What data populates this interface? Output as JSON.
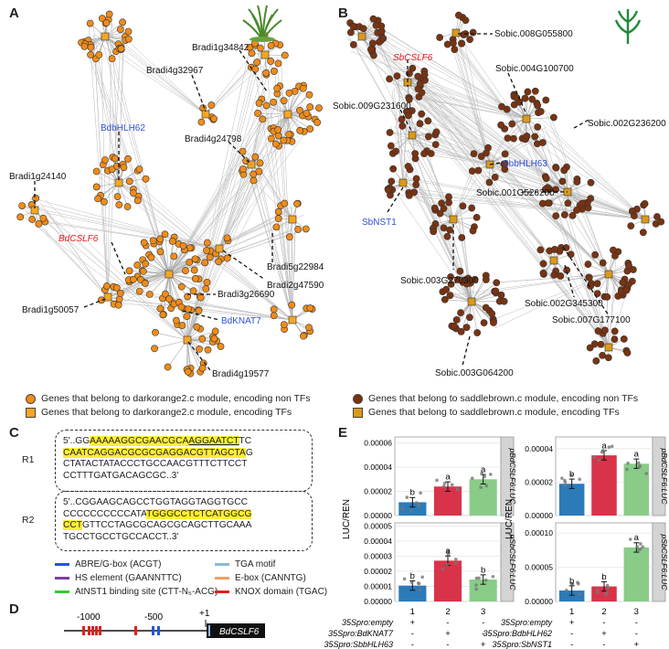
{
  "panels": {
    "A": "A",
    "B": "B",
    "C": "C",
    "D": "D",
    "E": "E"
  },
  "panelA": {
    "labels": [
      {
        "text": "Bradi1g34842",
        "color": "#111",
        "italic": false
      },
      {
        "text": "Bradi4g32967",
        "color": "#111",
        "italic": false
      },
      {
        "text": "BdbHLH62",
        "color": "#2d4fd8",
        "italic": false
      },
      {
        "text": "Bradi4g24798",
        "color": "#111",
        "italic": false
      },
      {
        "text": "Bradi1g24140",
        "color": "#111",
        "italic": false
      },
      {
        "text": "BdCSLF6",
        "color": "#e02020",
        "italic": true
      },
      {
        "text": "Bradi5g22984",
        "color": "#111",
        "italic": false
      },
      {
        "text": "Bradi2g47590",
        "color": "#111",
        "italic": false
      },
      {
        "text": "Bradi3g26690",
        "color": "#111",
        "italic": false
      },
      {
        "text": "Bradi1g50057",
        "color": "#111",
        "italic": false
      },
      {
        "text": "BdKNAT7",
        "color": "#2d4fd8",
        "italic": false
      },
      {
        "text": "Bradi4g19577",
        "color": "#111",
        "italic": false
      }
    ],
    "legend": [
      "Genes that belong to darkorange2.c module, encoding non TFs",
      "Genes that belong to darkorange2.c module, encoding TFs"
    ],
    "colors": {
      "node": "#f08c19",
      "tf": "#f5a623"
    }
  },
  "panelB": {
    "labels": [
      {
        "text": "Sobic.008G055800",
        "color": "#111",
        "italic": false
      },
      {
        "text": "SbCSLF6",
        "color": "#e02020",
        "italic": true
      },
      {
        "text": "Sobic.004G100700",
        "color": "#111",
        "italic": false
      },
      {
        "text": "Sobic.009G231600",
        "color": "#111",
        "italic": false
      },
      {
        "text": "Sobic.002G236200",
        "color": "#111",
        "italic": false
      },
      {
        "text": "SbbHLH63",
        "color": "#2d4fd8",
        "italic": false
      },
      {
        "text": "Sobic.001G526200",
        "color": "#111",
        "italic": false
      },
      {
        "text": "SbNST1",
        "color": "#2d4fd8",
        "italic": false
      },
      {
        "text": "Sobic.003G270300",
        "color": "#111",
        "italic": false
      },
      {
        "text": "Sobic.002G345300",
        "color": "#111",
        "italic": false
      },
      {
        "text": "Sobic.007G177100",
        "color": "#111",
        "italic": false
      },
      {
        "text": "Sobic.003G064200",
        "color": "#111",
        "italic": false
      }
    ],
    "legend": [
      "Genes that belong to saddlebrown.c module, encoding non TFs",
      "Genes that belong to saddlebrown.c module, encoding TFs"
    ],
    "colors": {
      "node": "#7a3311",
      "tf": "#d99a1c"
    }
  },
  "panelC": {
    "r1_label": "R1",
    "r2_label": "R2",
    "r1_lines": [
      "5'..GGAAAAAGGCGAACGCAAGGAATCTTC",
      "CAATCAGGACGCGCGAGGACGTTAGCTAG",
      "CTATACTATACCCTGCCAACGTTTCTTCCT",
      "CCTTTGATGACAGCGC..3'"
    ],
    "r2_lines": [
      "5'..CGGAAGCAGCCTGGTAGGTAGGTGCC",
      "CCCCCCCCCCATATGGGCCTCTCATGGCG",
      "CCTGTTCCTAGCGCAGCGCAGCTTGCAAA",
      "TGCCTGCCTGCCACCT..3'"
    ],
    "motifs": [
      {
        "text": "ABRE/G-box (ACGT)",
        "color": "#2255dd"
      },
      {
        "text": "TGA motif",
        "color": "#8ab8e0"
      },
      {
        "text": "HS element (GAANNTTC)",
        "color": "#7a3fa0"
      },
      {
        "text": "E-box (CANNTG)",
        "color": "#f0a060"
      },
      {
        "text": "AtNST1 binding site (CTT-N₅-ACG)",
        "color": "#33cc33"
      },
      {
        "text": "KNOX domain (TGAC)",
        "color": "#e02020"
      }
    ]
  },
  "panelD": {
    "ticks": [
      "-1000",
      "-500",
      "+1"
    ],
    "gene": "BdCSLF6"
  },
  "chart_data": [
    {
      "type": "bar",
      "title": "pBdCSLF6:LUC",
      "categories": [
        "1",
        "2",
        "3"
      ],
      "values": [
        1.1e-05,
        2.4e-05,
        3e-05
      ],
      "ylim": [
        0,
        6.5e-05
      ],
      "yticks": [
        "0.00000",
        "0.00002",
        "0.00004",
        "0.00006"
      ],
      "letters": [
        "b",
        "a",
        "a"
      ],
      "ylabel": "LUC/REN"
    },
    {
      "type": "bar",
      "title": "pSbCSLF6:LUC",
      "categories": [
        "1",
        "2",
        "3"
      ],
      "values": [
        1.05e-05,
        2.7e-05,
        1.45e-05
      ],
      "ylim": [
        0,
        5.2e-05
      ],
      "yticks": [
        "0.00000",
        "0.00001",
        "0.00002",
        "0.00003",
        "0.00004",
        "0.00005"
      ],
      "letters": [
        "b",
        "a",
        "b"
      ],
      "ylabel": "LUC/REN"
    },
    {
      "type": "bar",
      "title": "pBdCSLF6:LUC",
      "categories": [
        "1",
        "2",
        "3"
      ],
      "values": [
        1.9e-05,
        3.6e-05,
        3.1e-05
      ],
      "ylim": [
        0,
        4.7e-05
      ],
      "yticks": [
        "0.00000",
        "0.00002",
        "0.00004"
      ],
      "letters": [
        "b",
        "a",
        "a"
      ],
      "ylabel": ""
    },
    {
      "type": "bar",
      "title": "pSbCSLF6:LUC",
      "categories": [
        "1",
        "2",
        "3"
      ],
      "values": [
        1.6e-05,
        2.2e-05,
        7.9e-05
      ],
      "ylim": [
        0,
        0.000115
      ],
      "yticks": [
        "0.00000",
        "0.00005",
        "0.00010"
      ],
      "letters": [
        "b",
        "b",
        "a"
      ],
      "ylabel": ""
    }
  ],
  "panelE": {
    "bar_colors": [
      "#2b7bb9",
      "#d9334a",
      "#88cc88"
    ],
    "left_rows": [
      {
        "label": "35Spro:empty",
        "marks": [
          "+",
          "-",
          "-"
        ]
      },
      {
        "label": "35Spro:BdKNAT7",
        "marks": [
          "-",
          "+",
          "-"
        ]
      },
      {
        "label": "35Spro:SbbHLH63",
        "marks": [
          "-",
          "-",
          "+"
        ]
      }
    ],
    "right_rows": [
      {
        "label": "35Spro:empty",
        "marks": [
          "+",
          "-",
          "-"
        ]
      },
      {
        "label": "35Spro:BdbHLH62",
        "marks": [
          "-",
          "+",
          "-"
        ]
      },
      {
        "label": "35Spro:SbNST1",
        "marks": [
          "-",
          "-",
          "+"
        ]
      }
    ],
    "xnums": [
      "1",
      "2",
      "3"
    ]
  }
}
